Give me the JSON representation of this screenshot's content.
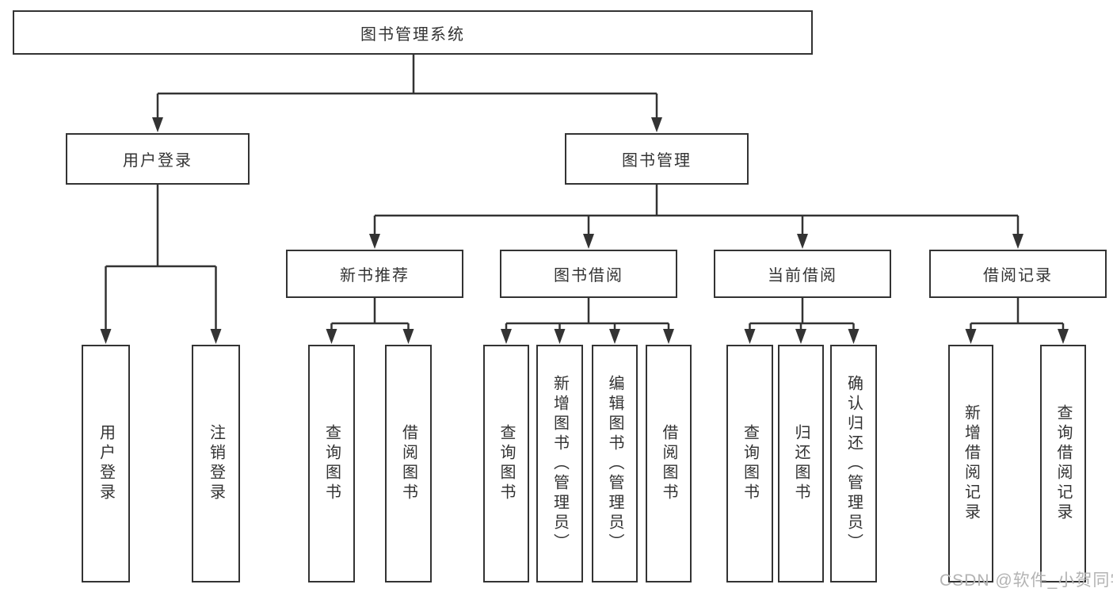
{
  "diagram": {
    "root": "图书管理系统",
    "level2": [
      "用户登录",
      "图书管理"
    ],
    "level3": [
      "新书推荐",
      "图书借阅",
      "当前借阅",
      "借阅记录"
    ],
    "level4": {
      "under_user_login": [
        "用户登录",
        "注销登录"
      ],
      "under_new_book": [
        "查询图书",
        "借阅图书"
      ],
      "under_book_borrow": [
        "查询图书",
        "新增图书（管理员）",
        "编辑图书（管理员）",
        "借阅图书"
      ],
      "under_current_borrow": [
        "查询图书",
        "归还图书",
        "确认归还（管理员）"
      ],
      "under_borrow_records": [
        "新增借阅记录",
        "查询借阅记录"
      ]
    },
    "watermark": "CSDN @软件_小贺同学",
    "colors": {
      "line": "#333333",
      "box_border": "#333333",
      "text": "#333333",
      "watermark": "#b3b3b3",
      "background": "#ffffff"
    }
  }
}
